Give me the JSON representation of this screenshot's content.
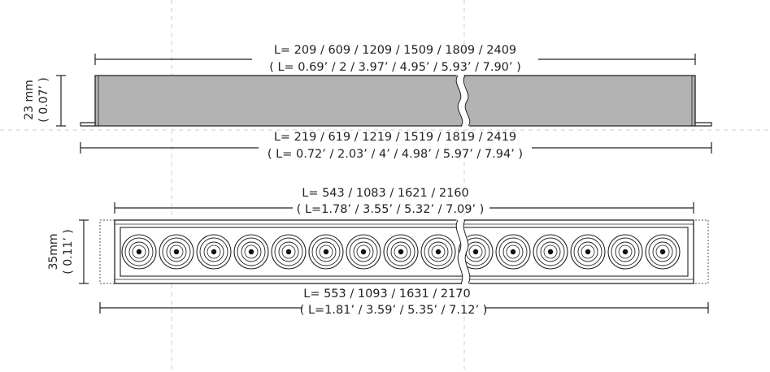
{
  "diagram": {
    "profile_view": {
      "top_length_mm": "L= 209 / 609 / 1209 / 1509 / 1809 / 2409",
      "top_length_ft": "( L= 0.69’ / 2 / 3.97’ / 4.95’ / 5.93’ / 7.90’ )",
      "bottom_length_mm": "L= 219 / 619 / 1219 / 1519 / 1819 / 2419",
      "bottom_length_ft": "( L= 0.72’ / 2.03’ / 4’ / 4.98’ / 5.97’ / 7.94’ )",
      "height_mm": "23 mm",
      "height_in": "( 0.07’ )"
    },
    "top_view": {
      "inner_length_mm": "L=  543 / 1083 / 1621 / 2160",
      "inner_length_ft": "( L=1.78’ / 3.55’ / 5.32’ / 7.09’ )",
      "outer_length_mm": "L=  553 / 1093 / 1631 / 2170",
      "outer_length_ft": "( L=1.81’ / 3.59’ / 5.35’ / 7.12’ )",
      "width_mm": "35mm",
      "width_in": "( 0.11’ )",
      "led_count": 15
    },
    "colors": {
      "line": "#222222",
      "profile_fill": "#b3b3b3",
      "guide": "#cccccc"
    }
  }
}
